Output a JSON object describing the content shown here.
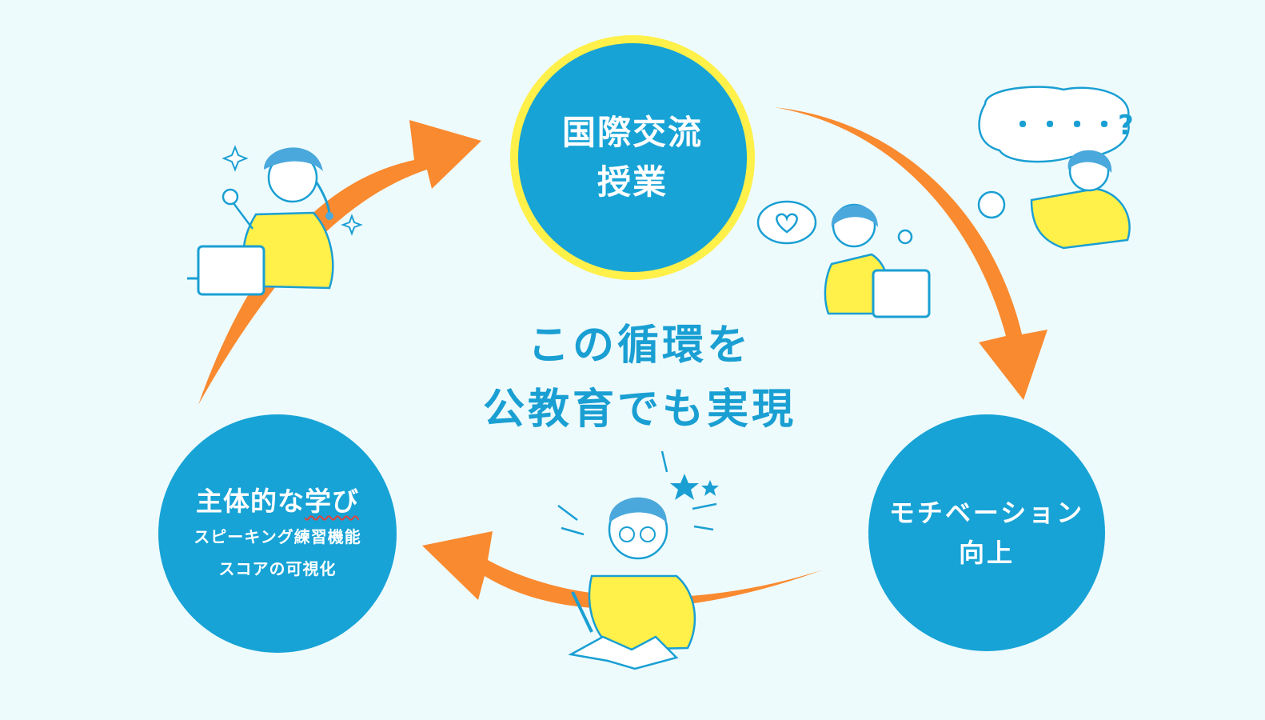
{
  "cycle": {
    "top_node": {
      "line1": "国際交流",
      "line2": "授業"
    },
    "right_node": {
      "line1": "モチベーション",
      "line2": "向上"
    },
    "left_node": {
      "title_plain": "主体的な",
      "title_underlined": "学び",
      "item1": "スピーキング練習機能",
      "item2": "スコアの可視化"
    }
  },
  "center": {
    "line1": "この循環を",
    "line2": "公教育でも実現"
  },
  "speech": {
    "thought_text": "・・・・?"
  },
  "colors": {
    "background": "#eefbfd",
    "node_blue": "#17a3d6",
    "ring_yellow": "#fff04a",
    "arrow_orange": "#f98a2f",
    "text_blue": "#1a9fd3",
    "shirt_yellow": "#fff04a"
  },
  "icons": [
    "heart-icon",
    "sparkle-icon",
    "star-icon",
    "laptop-icon",
    "book-icon",
    "pencil-icon",
    "question-icon"
  ]
}
